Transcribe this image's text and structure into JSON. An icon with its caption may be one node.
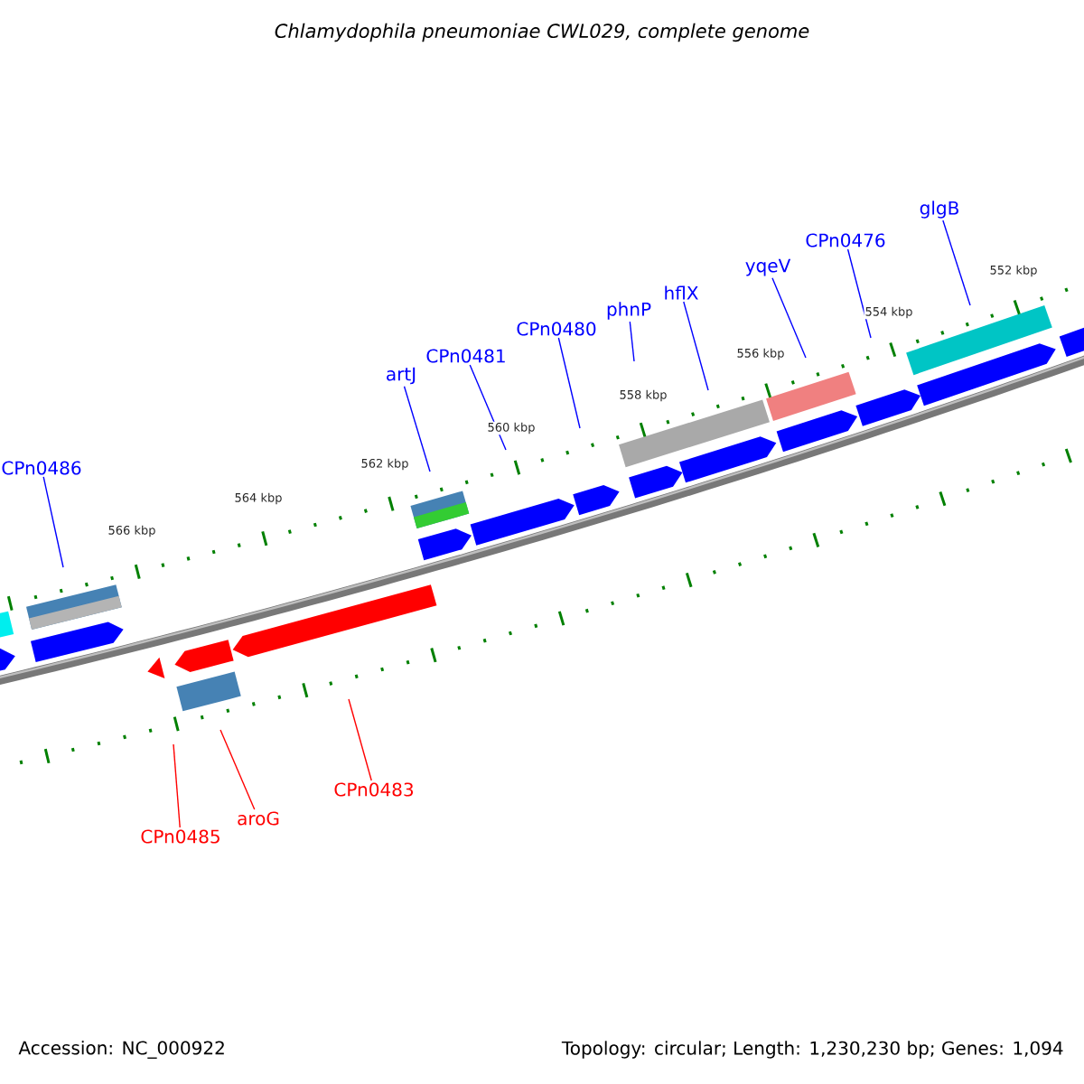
{
  "diagram": {
    "title": "Chlamydophila pneumoniae CWL029, complete genome",
    "nodes": [
      {
        "text": [
          "CPn0486"
        ]
      },
      {
        "text": [
          "artJ"
        ]
      },
      {
        "text": [
          "CPn0481"
        ]
      },
      {
        "text": [
          "CPn0480"
        ]
      },
      {
        "text": [
          "phnP"
        ]
      },
      {
        "text": [
          "hflX"
        ]
      },
      {
        "text": [
          "yqeV"
        ]
      },
      {
        "text": [
          "CPn0476"
        ]
      },
      {
        "text": [
          "glgB"
        ]
      },
      {
        "text": [
          "CPn0485"
        ]
      },
      {
        "text": [
          "aroG"
        ]
      },
      {
        "text": [
          "CPn0483"
        ]
      }
    ],
    "edges": [
      {
        "from": 0,
        "to": null,
        "arrow": "none"
      },
      {
        "from": 1,
        "to": null,
        "arrow": "none"
      },
      {
        "from": 2,
        "to": null,
        "arrow": "none"
      },
      {
        "from": 3,
        "to": null,
        "arrow": "none"
      },
      {
        "from": 4,
        "to": null,
        "arrow": "none"
      },
      {
        "from": 5,
        "to": null,
        "arrow": "none"
      },
      {
        "from": 6,
        "to": null,
        "arrow": "none"
      },
      {
        "from": 7,
        "to": null,
        "arrow": "none"
      },
      {
        "from": 8,
        "to": null,
        "arrow": "none"
      },
      {
        "from": 9,
        "to": null,
        "arrow": "none",
        "color": "#ff0000"
      },
      {
        "from": 10,
        "to": null,
        "arrow": "none",
        "color": "#ff0000"
      },
      {
        "from": 11,
        "to": null,
        "arrow": "none",
        "color": "#ff0000"
      }
    ],
    "labels": [
      "566 kbp",
      "564 kbp",
      "562 kbp",
      "560 kbp",
      "558 kbp",
      "556 kbp",
      "554 kbp",
      "552 kbp",
      "Accession: NC_000922",
      "Topology: circular; Length: 1,230,230 bp; Genes: 1,094"
    ]
  }
}
